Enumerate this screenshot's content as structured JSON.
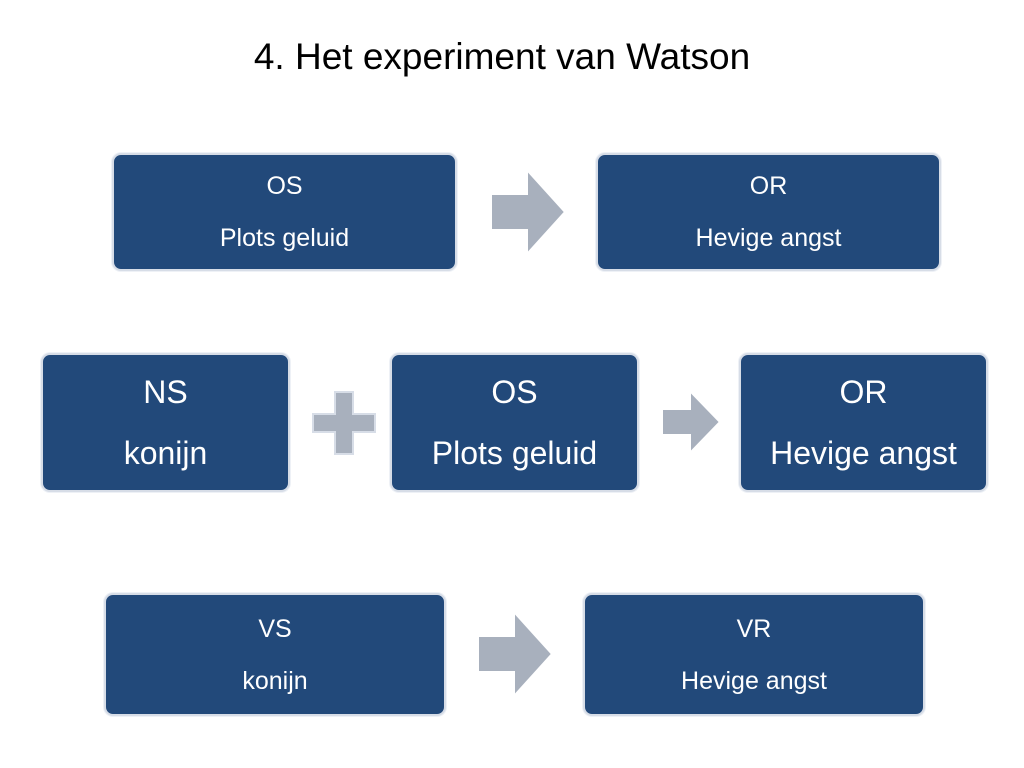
{
  "title": "4. Het experiment van Watson",
  "colors": {
    "box_fill": "#22497a",
    "box_border": "#d7dde7",
    "connector_fill": "#a8b0bd",
    "connector_stroke": "#ffffff"
  },
  "rows": [
    {
      "boxes": [
        {
          "line1": "OS",
          "line2": "Plots geluid"
        },
        {
          "line1": "OR",
          "line2": "Hevige angst"
        }
      ],
      "connectors": [
        "arrow-icon"
      ]
    },
    {
      "boxes": [
        {
          "line1": "NS",
          "line2": "konijn"
        },
        {
          "line1": "OS",
          "line2": "Plots geluid"
        },
        {
          "line1": "OR",
          "line2": "Hevige angst"
        }
      ],
      "connectors": [
        "plus-icon",
        "arrow-icon"
      ]
    },
    {
      "boxes": [
        {
          "line1": "VS",
          "line2": "konijn"
        },
        {
          "line1": "VR",
          "line2": "Hevige angst"
        }
      ],
      "connectors": [
        "arrow-icon"
      ]
    }
  ]
}
